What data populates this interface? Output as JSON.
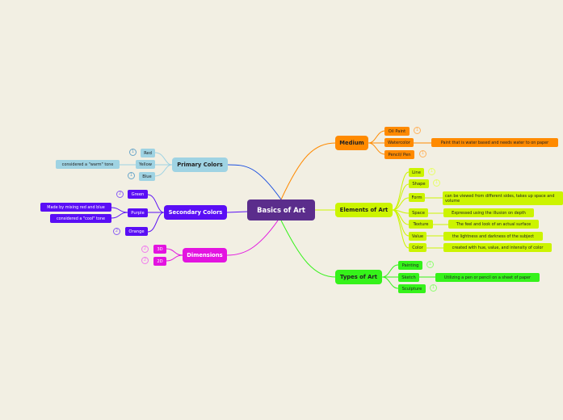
{
  "root": {
    "label": "Basics of Art"
  },
  "colors": {
    "root": "#5b2d8c",
    "medium": "#ff8a00",
    "elements": "#ccf400",
    "types": "#35f21a",
    "dimensions": "#e314e0",
    "secondary": "#5a0ef5",
    "primary": "#9fd3e3",
    "background": "#f2efe3"
  },
  "branches": {
    "medium": {
      "label": "Medium",
      "children": [
        {
          "label": "Oil Paint",
          "badge": "1"
        },
        {
          "label": "Watercolor",
          "note": "Paint that is water based and needs water to on paper"
        },
        {
          "label": "Pencil/ Pen",
          "badge": "1"
        }
      ]
    },
    "elements": {
      "label": "Elements of Art",
      "children": [
        {
          "label": "Line",
          "badge": "1"
        },
        {
          "label": "Shape",
          "badge": "1"
        },
        {
          "label": "Form",
          "note": "can be viewed from different sides, takes up space and volume"
        },
        {
          "label": "Space",
          "note": "Expressed using the illusion on depth"
        },
        {
          "label": "Texture",
          "note": "The feel and look of an actual surface"
        },
        {
          "label": "Value",
          "note": "the lightness and darkness of the subject"
        },
        {
          "label": "Color",
          "note": "created with hue, value, and intensity of color"
        }
      ]
    },
    "types": {
      "label": "Types of Art",
      "children": [
        {
          "label": "Painting",
          "badge": "1"
        },
        {
          "label": "Sketch",
          "note": "Utilizing a pen or pencil on a sheet of paper"
        },
        {
          "label": "Sculpture",
          "badge": "1"
        }
      ]
    },
    "primary": {
      "label": "Primary Colors",
      "children": [
        {
          "label": "Red",
          "badge": "1"
        },
        {
          "label": "Yellow",
          "note": "considered a \"warm\" tone"
        },
        {
          "label": "Blue",
          "badge": "1"
        }
      ]
    },
    "secondary": {
      "label": "Secondary Colors",
      "children": [
        {
          "label": "Green",
          "badge": "2"
        },
        {
          "label": "Purple",
          "notes": [
            "Made by mixing red and blue",
            "considered a \"cool\" tone"
          ]
        },
        {
          "label": "Orange",
          "badge": "2"
        }
      ]
    },
    "dimensions": {
      "label": "Dimensions",
      "children": [
        {
          "label": "3D",
          "badge": "2"
        },
        {
          "label": "2D",
          "badge": "2"
        }
      ]
    }
  }
}
